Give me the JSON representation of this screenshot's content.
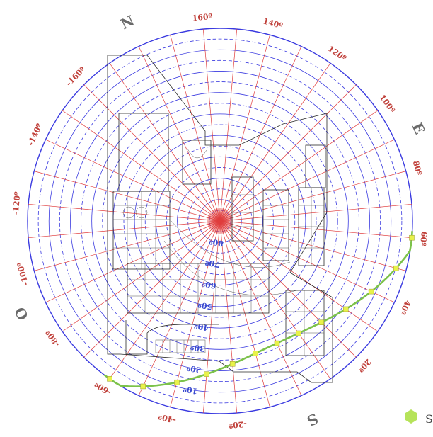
{
  "diagram": {
    "azimuth_labels": [
      {
        "text": "160º",
        "az": 160
      },
      {
        "text": "140º",
        "az": 140
      },
      {
        "text": "120º",
        "az": 120
      },
      {
        "text": "100º",
        "az": 100
      },
      {
        "text": "80º",
        "az": 80
      },
      {
        "text": "60º",
        "az": 60
      },
      {
        "text": "40º",
        "az": 40
      },
      {
        "text": "20º",
        "az": 20
      },
      {
        "text": "-160º",
        "az": -160
      },
      {
        "text": "-140º",
        "az": -140
      },
      {
        "text": "-120º",
        "az": -120
      },
      {
        "text": "-100º",
        "az": -100
      },
      {
        "text": "-80º",
        "az": -80
      },
      {
        "text": "-60º",
        "az": -60
      },
      {
        "text": "-40º",
        "az": -40
      },
      {
        "text": "-20º",
        "az": -20
      }
    ],
    "cardinal_labels": [
      {
        "text": "N",
        "az": 180
      },
      {
        "text": "E",
        "az": 90
      },
      {
        "text": "S",
        "az": 0
      },
      {
        "text": "O",
        "az": -90
      }
    ],
    "altitude_labels": [
      {
        "text": "80º",
        "alt": 80
      },
      {
        "text": "70º",
        "alt": 70
      },
      {
        "text": "60º",
        "alt": 60
      },
      {
        "text": "50º",
        "alt": 50
      },
      {
        "text": "40º",
        "alt": 40
      },
      {
        "text": "30º",
        "alt": 30
      },
      {
        "text": "20º",
        "alt": 20
      },
      {
        "text": "10º",
        "alt": 10
      }
    ],
    "sun_path_color": "#7cc24a",
    "sun_marker_color": "#e8f24a",
    "radial_color": "#e03c3c",
    "circle_color": "#3a3ae0",
    "legend": {
      "text": "S"
    }
  }
}
